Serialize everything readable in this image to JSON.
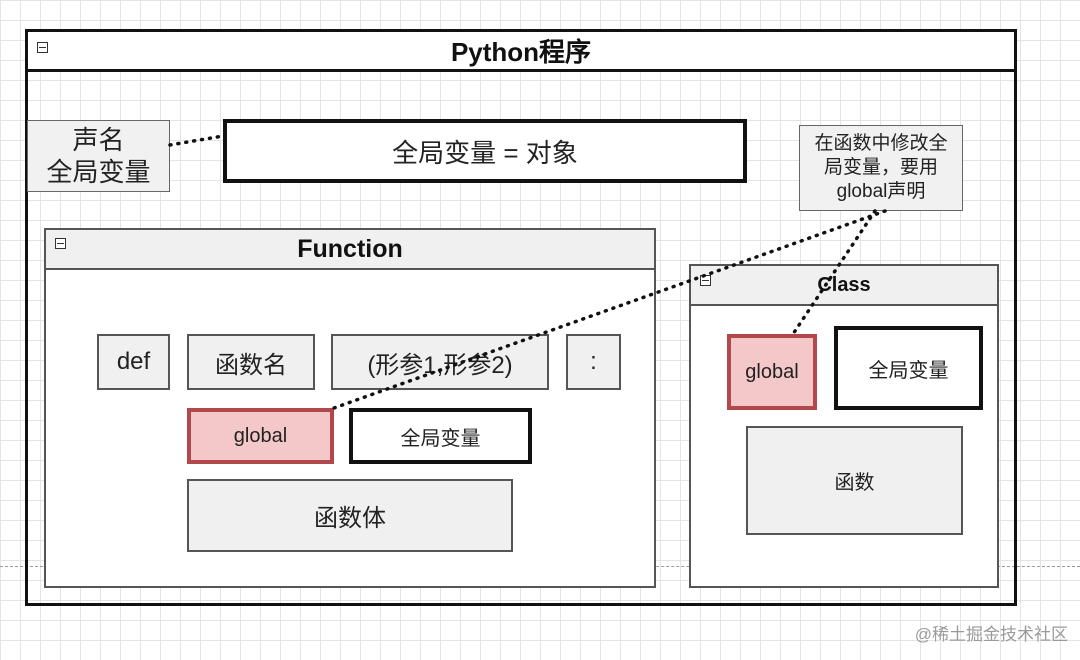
{
  "program": {
    "title": "Python程序"
  },
  "declare_note": "声名\n全局变量",
  "global_var_box": "全局变量 = 对象",
  "note": "在函数中修改全局变量，要用global声明",
  "function_block": {
    "title": "Function",
    "def_label": "def",
    "func_name": "函数名",
    "params": "(形参1,形参2)",
    "colon": ":",
    "global_label": "global",
    "global_var": "全局变量",
    "body": "函数体"
  },
  "class_block": {
    "title": "Class",
    "global_label": "global",
    "global_var": "全局变量",
    "method": "函数"
  },
  "watermark": "@稀土掘金技术社区",
  "colors": {
    "highlight_fill": "#f4c8c8",
    "highlight_border": "#b0484c",
    "panel_fill": "#f0f0f0"
  }
}
